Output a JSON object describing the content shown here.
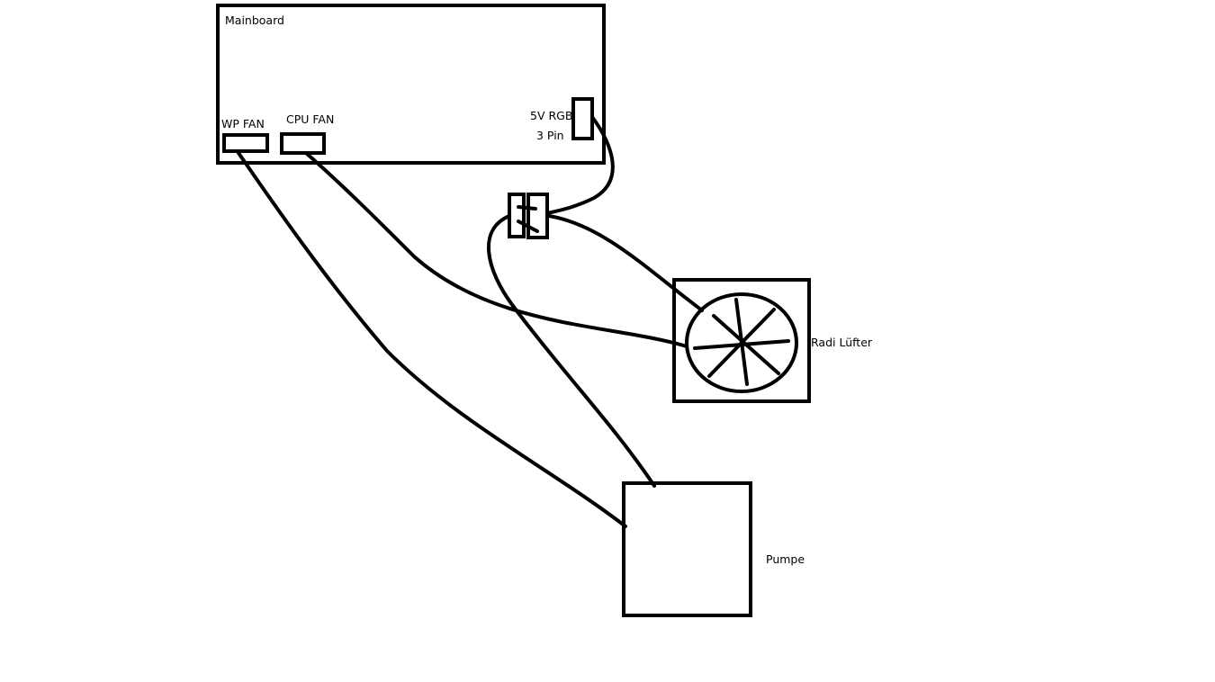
{
  "labels": {
    "mainboard": "Mainboard",
    "wp_fan": "WP FAN",
    "cpu_fan": "CPU FAN",
    "rgb_line1": "5V RGB",
    "rgb_line2": "3 Pin",
    "radiator_fan": "Radi Lüfter",
    "pump": "Pumpe"
  },
  "colors": {
    "stroke": "#000000",
    "background": "#ffffff"
  }
}
